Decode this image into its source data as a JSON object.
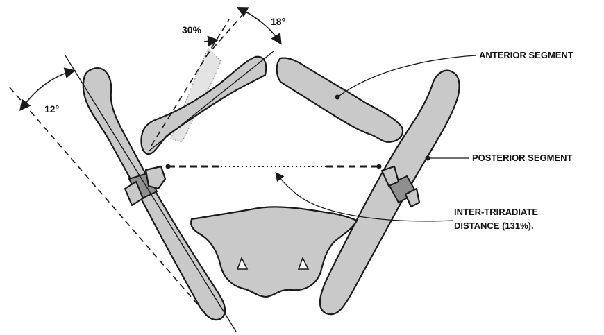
{
  "labels": {
    "anterior_segment": "ANTERIOR SEGMENT",
    "posterior_segment": "POSTERIOR SEGMENT",
    "inter_triradiate_line1": "INTER-TRIRADIATE",
    "inter_triradiate_line2": "DISTANCE (131%)."
  },
  "angles": {
    "ilium_angle": "12°",
    "ischium_angle": "18°",
    "ghost_percent": "30%"
  }
}
